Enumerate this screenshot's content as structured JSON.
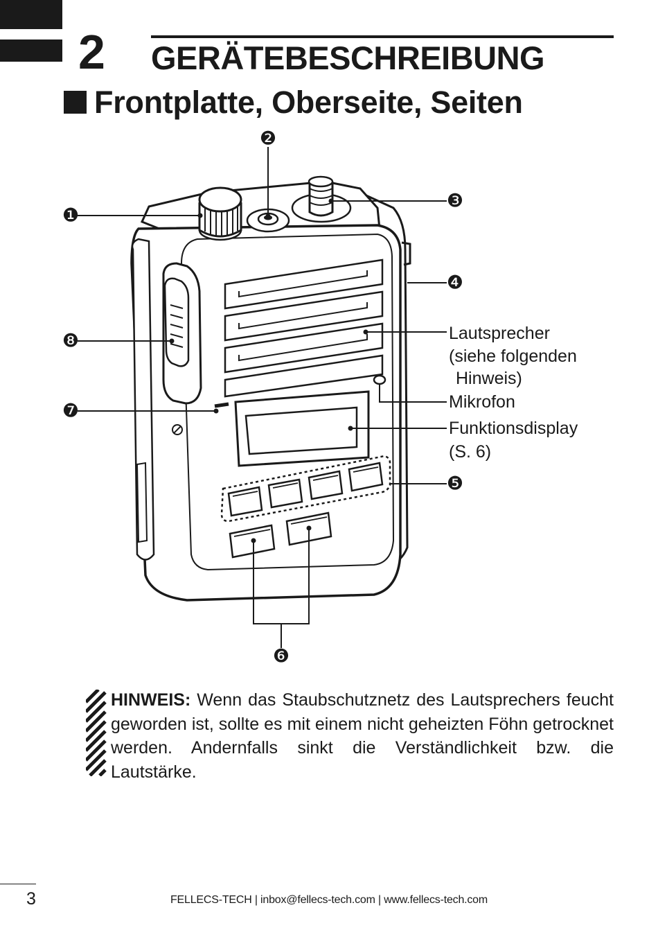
{
  "header": {
    "chapter_number": "2",
    "chapter_title": "GERÄTEBESCHREIBUNG",
    "section_title": "Frontplatte, Oberseite, Seiten"
  },
  "figure": {
    "callouts": [
      "❶",
      "❷",
      "❸",
      "❹",
      "❺",
      "❻",
      "❼",
      "❽"
    ],
    "labels": {
      "speaker_line1": "Lautsprecher",
      "speaker_line2": "(siehe folgenden",
      "speaker_line3": "Hinweis)",
      "microphone": "Mikrofon",
      "display_line1": "Funktionsdisplay",
      "display_line2": "(S. 6)"
    }
  },
  "note": {
    "label": "HINWEIS:",
    "text": " Wenn das Staubschutznetz des Lautsprechers feucht geworden ist, sollte es mit einem nicht geheizten Föhn  getrocknet werden. Andernfalls sinkt die Verständlichkeit bzw. die Lautstärke."
  },
  "footer": {
    "page_number": "3",
    "text": "FELLECS-TECH | inbox@fellecs-tech.com | www.fellecs-tech.com"
  }
}
